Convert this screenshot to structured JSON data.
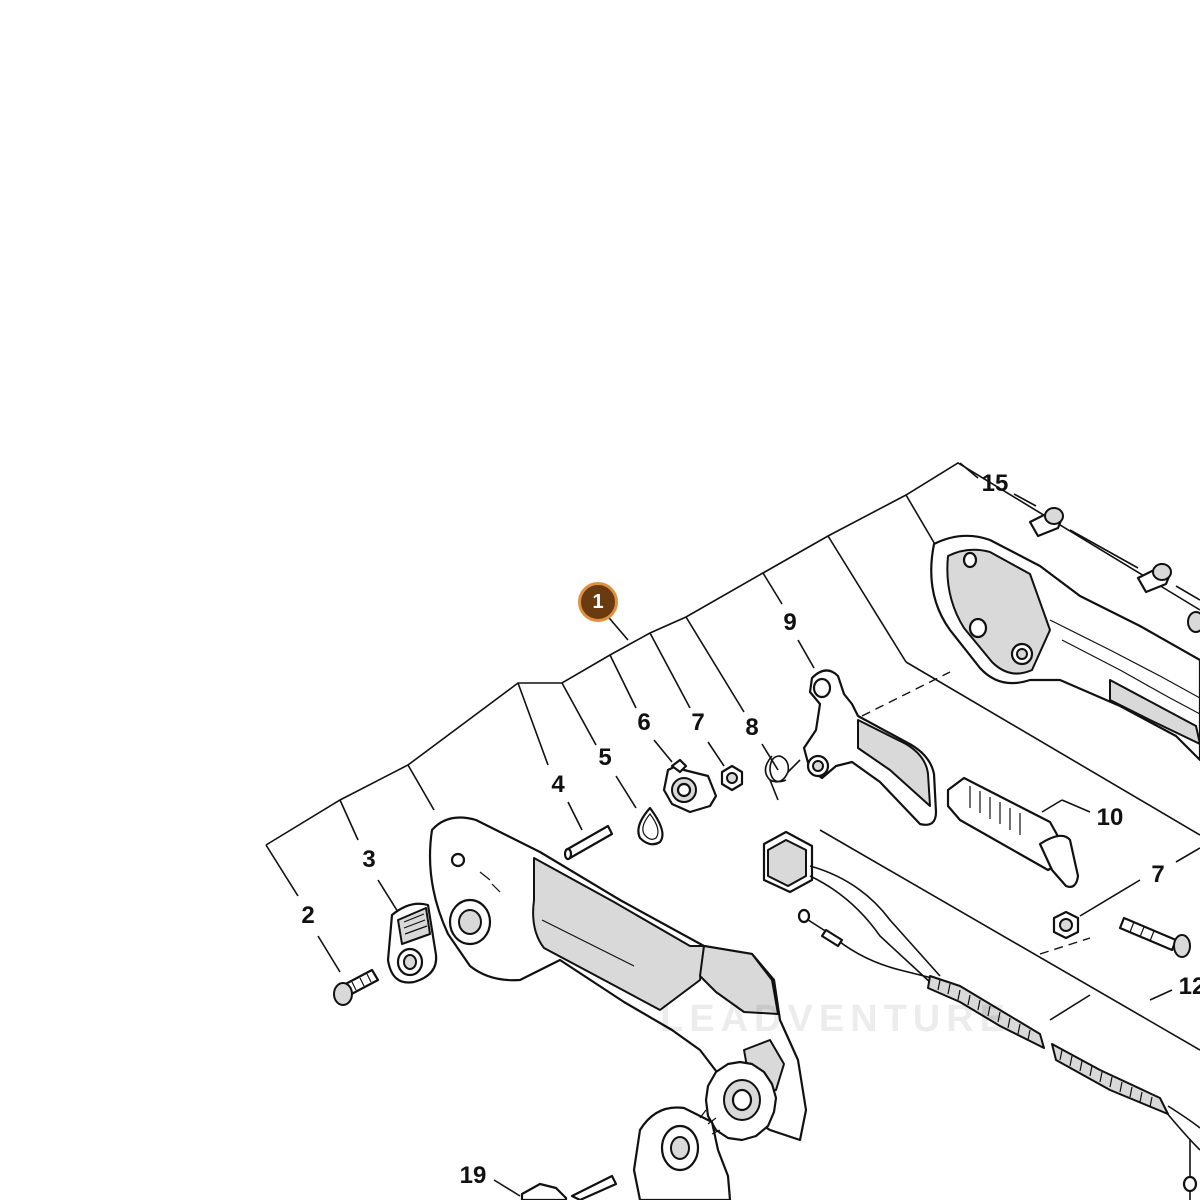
{
  "callout": {
    "label": "1",
    "color_fill": "#6a3a10",
    "color_ring": "#e0913b"
  },
  "labels": [
    "2",
    "3",
    "4",
    "5",
    "6",
    "7",
    "8",
    "9",
    "10",
    "7",
    "12",
    "15",
    "19"
  ],
  "watermark": "LEADVENTURE"
}
